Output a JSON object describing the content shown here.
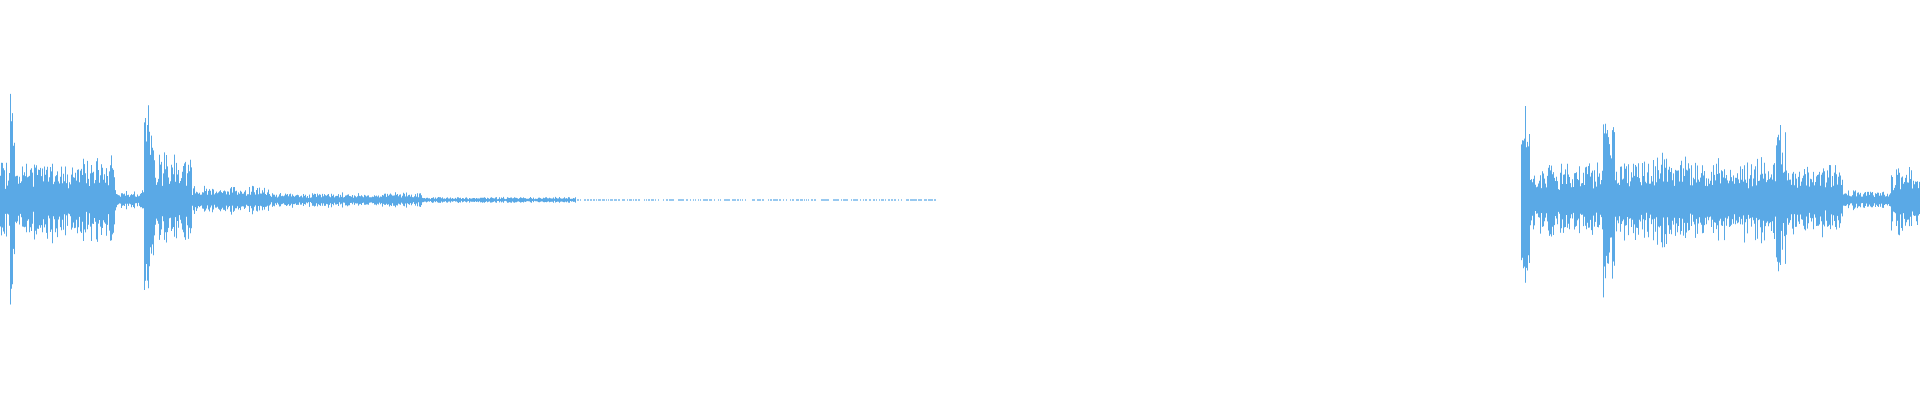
{
  "waveform": {
    "color": "#5aa9e6",
    "background": "#ffffff",
    "clips": [
      {
        "id": "clip-left",
        "segments": [
          {
            "from": 0.0,
            "to": 0.005,
            "peak": 0.32
          },
          {
            "from": 0.005,
            "to": 0.008,
            "peak": 0.95
          },
          {
            "from": 0.008,
            "to": 0.06,
            "peak": 0.35
          },
          {
            "from": 0.06,
            "to": 0.075,
            "peak": 0.08
          },
          {
            "from": 0.075,
            "to": 0.08,
            "peak": 0.85
          },
          {
            "from": 0.08,
            "to": 0.1,
            "peak": 0.4
          },
          {
            "from": 0.1,
            "to": 0.14,
            "peak": 0.12
          },
          {
            "from": 0.14,
            "to": 0.22,
            "peak": 0.06
          },
          {
            "from": 0.22,
            "to": 0.3,
            "peak": 0.025
          },
          {
            "from": 0.3,
            "to": 0.488,
            "peak": 0.008
          }
        ]
      },
      {
        "id": "clip-right",
        "segments": [
          {
            "from": 0.792,
            "to": 0.797,
            "peak": 0.9
          },
          {
            "from": 0.797,
            "to": 0.835,
            "peak": 0.3
          },
          {
            "from": 0.835,
            "to": 0.841,
            "peak": 0.85
          },
          {
            "from": 0.841,
            "to": 0.875,
            "peak": 0.38
          },
          {
            "from": 0.875,
            "to": 0.925,
            "peak": 0.35
          },
          {
            "from": 0.925,
            "to": 0.93,
            "peak": 0.75
          },
          {
            "from": 0.93,
            "to": 0.96,
            "peak": 0.3
          },
          {
            "from": 0.96,
            "to": 0.985,
            "peak": 0.08
          },
          {
            "from": 0.985,
            "to": 1.0,
            "peak": 0.3
          }
        ]
      }
    ]
  }
}
